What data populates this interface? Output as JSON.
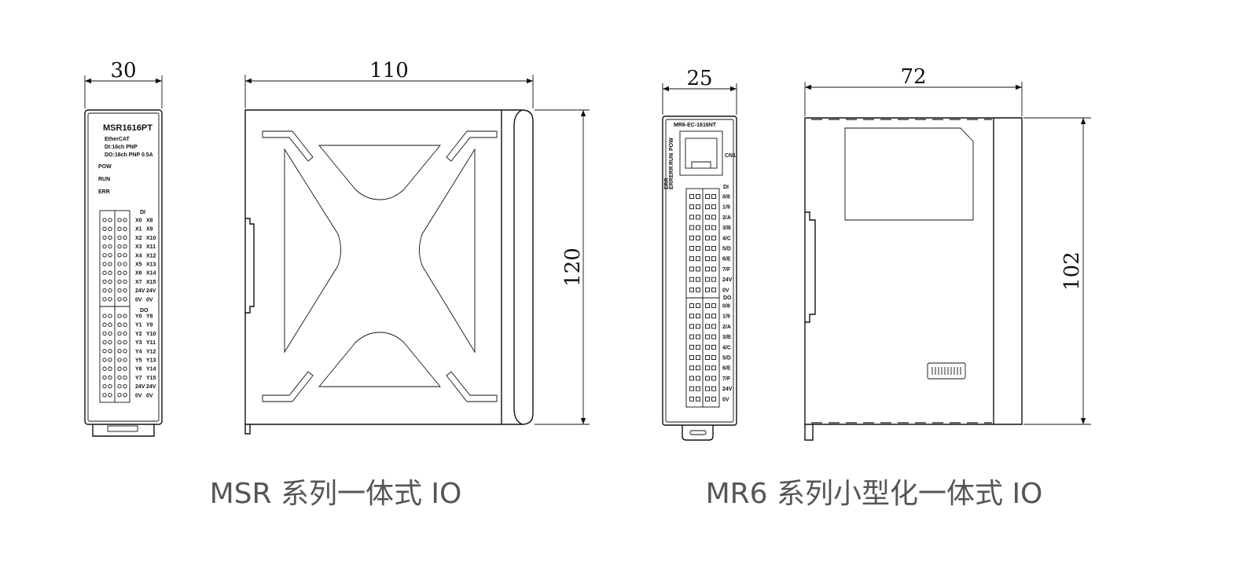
{
  "dimensions": {
    "msr_width": "30",
    "msr_depth": "110",
    "msr_height": "120",
    "mr6_width": "25",
    "mr6_depth": "72",
    "mr6_height": "102"
  },
  "captions": {
    "msr": "MSR 系列一体式 IO",
    "mr6": "MR6 系列小型化一体式 IO"
  },
  "msr_front": {
    "model": "MSR1616PT",
    "spec_lines": [
      "EtherCAT",
      "DI:16ch  PNP",
      "DO:16ch  PNP  0.5A"
    ],
    "leds": [
      "POW",
      "RUN",
      "ERR"
    ],
    "di_header": "DI",
    "do_header": "DO",
    "di_rows": [
      [
        "X0",
        "X8"
      ],
      [
        "X1",
        "X9"
      ],
      [
        "X2",
        "X10"
      ],
      [
        "X3",
        "X11"
      ],
      [
        "X4",
        "X12"
      ],
      [
        "X5",
        "X13"
      ],
      [
        "X6",
        "X14"
      ],
      [
        "X7",
        "X15"
      ],
      [
        "24V",
        "24V"
      ],
      [
        "0V",
        "0V"
      ]
    ],
    "do_rows": [
      [
        "Y0",
        "Y8"
      ],
      [
        "Y1",
        "Y9"
      ],
      [
        "Y2",
        "Y10"
      ],
      [
        "Y3",
        "Y11"
      ],
      [
        "Y4",
        "Y12"
      ],
      [
        "Y5",
        "Y13"
      ],
      [
        "Y6",
        "Y14"
      ],
      [
        "Y7",
        "Y15"
      ],
      [
        "24V",
        "24V"
      ],
      [
        "0V",
        "0V"
      ]
    ]
  },
  "mr6_front": {
    "model": "MR6-EC-1616NT",
    "port_label": "CN1",
    "leds": [
      "POW",
      "RUN",
      "ERR",
      "ERR",
      "ERR"
    ],
    "di_header": "DI",
    "do_header": "DO",
    "di_rows": [
      "0/8",
      "1/9",
      "2/A",
      "3/B",
      "4/C",
      "5/D",
      "6/E",
      "7/F",
      "24V",
      "0V"
    ],
    "do_rows": [
      "0/8",
      "1/9",
      "2/A",
      "3/B",
      "4/C",
      "5/D",
      "6/E",
      "7/F",
      "24V",
      "0V"
    ]
  }
}
